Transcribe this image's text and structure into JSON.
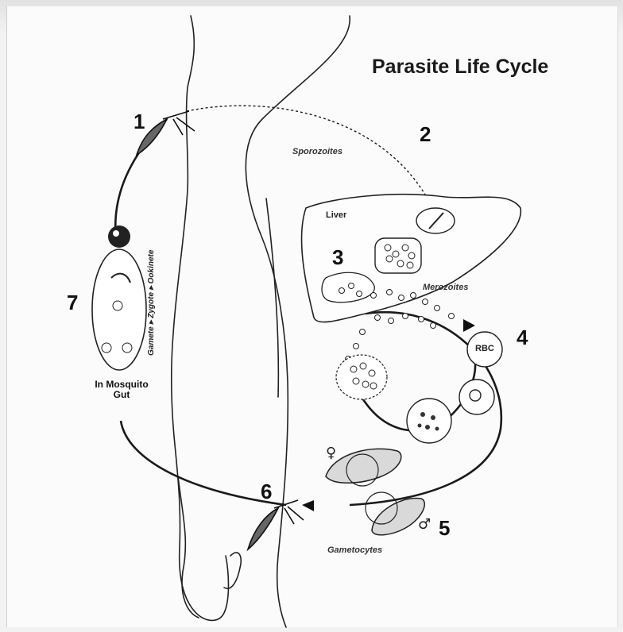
{
  "title": "Parasite Life Cycle",
  "steps": {
    "s1": "1",
    "s2": "2",
    "s3": "3",
    "s4": "4",
    "s5": "5",
    "s6": "6",
    "s7": "7"
  },
  "labels": {
    "sporozoites": "Sporozoites",
    "liver": "Liver",
    "merozoites": "Merozoites",
    "rbc": "RBC",
    "gametocytes": "Gametocytes",
    "mosquito_gut_line1": "In Mosquito",
    "mosquito_gut_line2": "Gut",
    "mosquito_stages": "Gamete ▸ Zygote ▸ Ookinete"
  },
  "symbols": {
    "female": "♀",
    "male": "♂"
  }
}
